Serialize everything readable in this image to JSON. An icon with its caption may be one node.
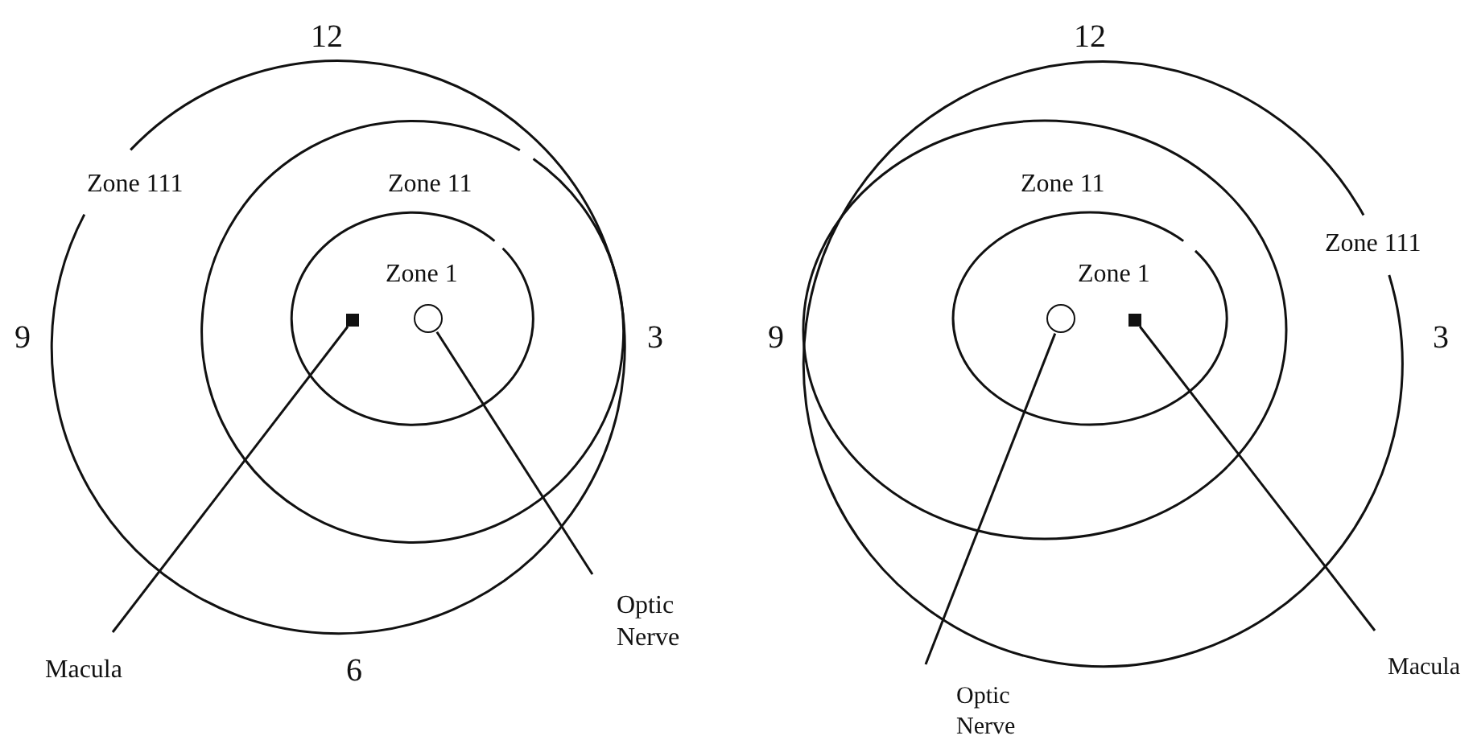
{
  "diagram": {
    "nodes": [
      {
        "text": [
          "Macula"
        ]
      },
      {
        "text": [],
        "shape": "box"
      },
      {
        "text": [
          "Optic Nerve"
        ]
      },
      {
        "text": [],
        "shape": "circle"
      },
      {
        "text": [
          "Optic Nerve"
        ]
      },
      {
        "text": [],
        "shape": "circle"
      },
      {
        "text": [
          "Macula"
        ]
      },
      {
        "text": [],
        "shape": "box"
      }
    ],
    "edges": [
      {
        "from": 0,
        "to": 1,
        "arrow": "none"
      },
      {
        "from": 2,
        "to": 3,
        "arrow": "none"
      },
      {
        "from": 4,
        "to": 5,
        "arrow": "none"
      },
      {
        "from": 6,
        "to": 7,
        "arrow": "none"
      }
    ],
    "labels": [
      "12",
      "Zone 111",
      "Zone 11",
      "Zone 1",
      "9",
      "3",
      "6",
      "12",
      "Zone 11",
      "Zone 111",
      "Zone 1",
      "9",
      "3"
    ]
  }
}
